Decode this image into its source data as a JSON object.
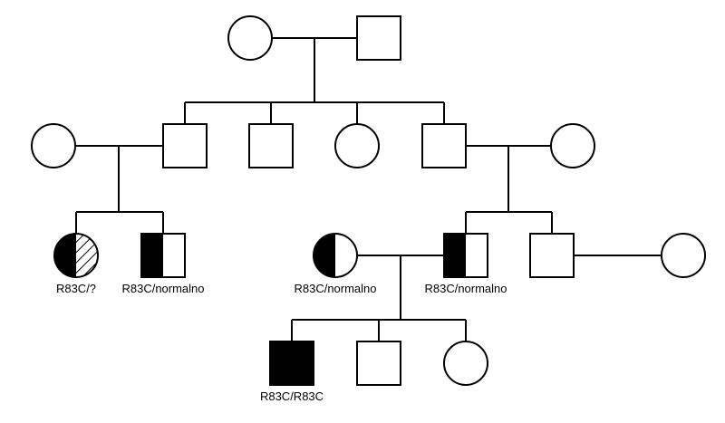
{
  "legend_fill": "#000000",
  "genotypes": {
    "gen3_female_left": "R83C/?",
    "gen3_male_left": "R83C/normalno",
    "gen3_female_mid": "R83C/normalno",
    "gen3_male_mid": "R83C/normalno",
    "gen4_male_left": "R83C/R83C"
  }
}
